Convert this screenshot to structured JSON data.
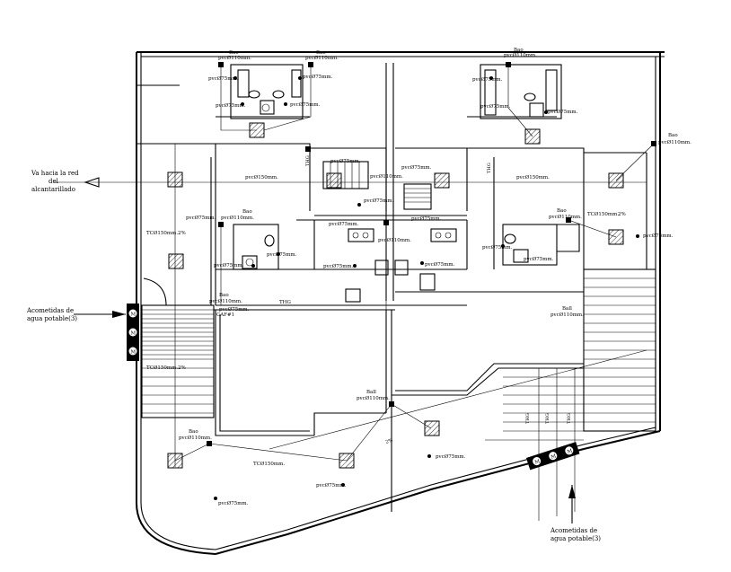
{
  "annotations": {
    "red_label": [
      "Va hacia la red",
      "del",
      "alcantarillado"
    ],
    "acometidas_left": [
      "Acometidas de",
      "agua potable(3)"
    ],
    "acometidas_bottom": [
      "Acometidas de",
      "agua potable(3)"
    ]
  },
  "meters": [
    "M",
    "M",
    "M"
  ],
  "labels": {
    "bao": "Bao",
    "pvc110": "pvcØ110mm.",
    "pvc75": "pvcØ75mm.",
    "pvc150": "pvcØ150mm.",
    "tc150": "TCØ150mm.",
    "slope": "2%",
    "ball": "Ball",
    "thg": "THG",
    "caf": "CAF#1"
  },
  "colors": {
    "line": "#000000",
    "meter_fill": "#000000",
    "background": "#ffffff"
  }
}
